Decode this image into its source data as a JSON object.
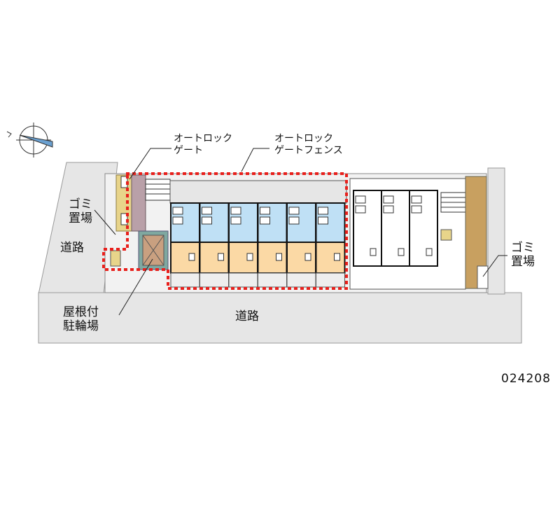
{
  "labels": {
    "autolock_gate": [
      "オートロック",
      "ゲート"
    ],
    "autolock_gate_fence": [
      "オートロック",
      "ゲートフェンス"
    ],
    "garbage_left": [
      "ゴミ",
      "置場"
    ],
    "garbage_right": [
      "ゴミ",
      "置場"
    ],
    "road_left": "道路",
    "road_bottom": "道路",
    "bicycle_parking": [
      "屋根付",
      "駐輪場"
    ]
  },
  "property_code": "024208",
  "units": {
    "main_building_count": 6,
    "annex_building_count": 3
  },
  "colors": {
    "fence": "#e8201c",
    "room_blue": "#bfe0f5",
    "room_orange": "#fbd9a5",
    "road": "#e6e6e6",
    "brick": "#e8d48a",
    "teal": "#7fa8a0"
  }
}
